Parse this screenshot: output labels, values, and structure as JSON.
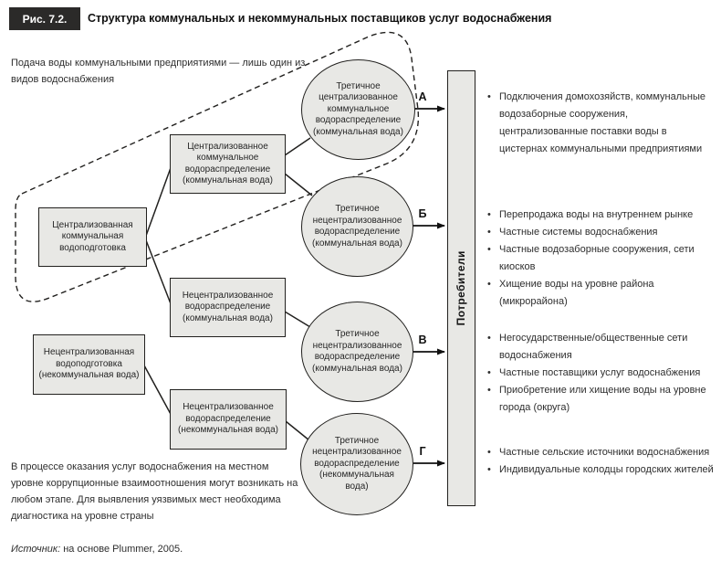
{
  "figure": {
    "label": "Рис. 7.2.",
    "title": "Структура коммунальных и некоммунальных поставщиков услуг водоснабжения"
  },
  "annotations": {
    "intro": "Подача воды коммунальными предприятиями — лишь один из видов водоснабжения",
    "note": "В процессе оказания услуг водоснабжения на местном уровне коррупционные взаимоотношения могут возникать на любом этапе. Для выявления уязвимых мест необходима диагностика на уровне страны",
    "source_label": "Источник:",
    "source_text": " на основе Plummer, 2005."
  },
  "diagram": {
    "boxes": [
      {
        "label": "Централизованная коммунальная водоподготовка"
      },
      {
        "label": "Централизованное коммунальное водораспределение (коммунальная вода)"
      },
      {
        "label": "Нецентрализованное водораспределение (коммунальная вода)"
      },
      {
        "label": "Нецентрализованная водоподготовка (некоммунальная вода)"
      },
      {
        "label": "Нецентрализованное водораспределение (некоммунальная вода)"
      }
    ],
    "ellipses": [
      {
        "label": "Третичное централизованное коммунальное водораспределение (коммунальная вода)"
      },
      {
        "label": "Третичное нецентрализованное водораспределение (коммунальная вода)"
      },
      {
        "label": "Третичное нецентрализованное водораспределение (коммунальная вода)"
      },
      {
        "label": "Третичное нецентрализованное водораспределение (некоммунальная вода)"
      }
    ],
    "consumers_label": "Потребители",
    "arrows": [
      "А",
      "Б",
      "В",
      "Г"
    ],
    "colors": {
      "node_fill": "#e8e8e5",
      "node_border": "#22211f",
      "header_bg": "#2b2a29"
    }
  },
  "legend": {
    "bullet_glyph": "•",
    "groups": [
      {
        "letter": "А",
        "items": [
          "Подключения домохозяйств, коммунальные водозаборные сооружения, централизованные поставки воды в цистернах коммунальными предприятиями"
        ]
      },
      {
        "letter": "Б",
        "items": [
          "Перепродажа воды на внутреннем рынке",
          "Частные системы водоснабжения",
          "Частные водозаборные сооружения, сети киосков",
          "Хищение воды на уровне района (микрорайона)"
        ]
      },
      {
        "letter": "В",
        "items": [
          "Негосударственные/общественные сети водоснабжения",
          "Частные поставщики услуг водоснабжения",
          "Приобретение или хищение воды на уровне города (округа)"
        ]
      },
      {
        "letter": "Г",
        "items": [
          "Частные сельские источники водоснабжения",
          "Индивидуальные колодцы городских жителей"
        ]
      }
    ]
  }
}
